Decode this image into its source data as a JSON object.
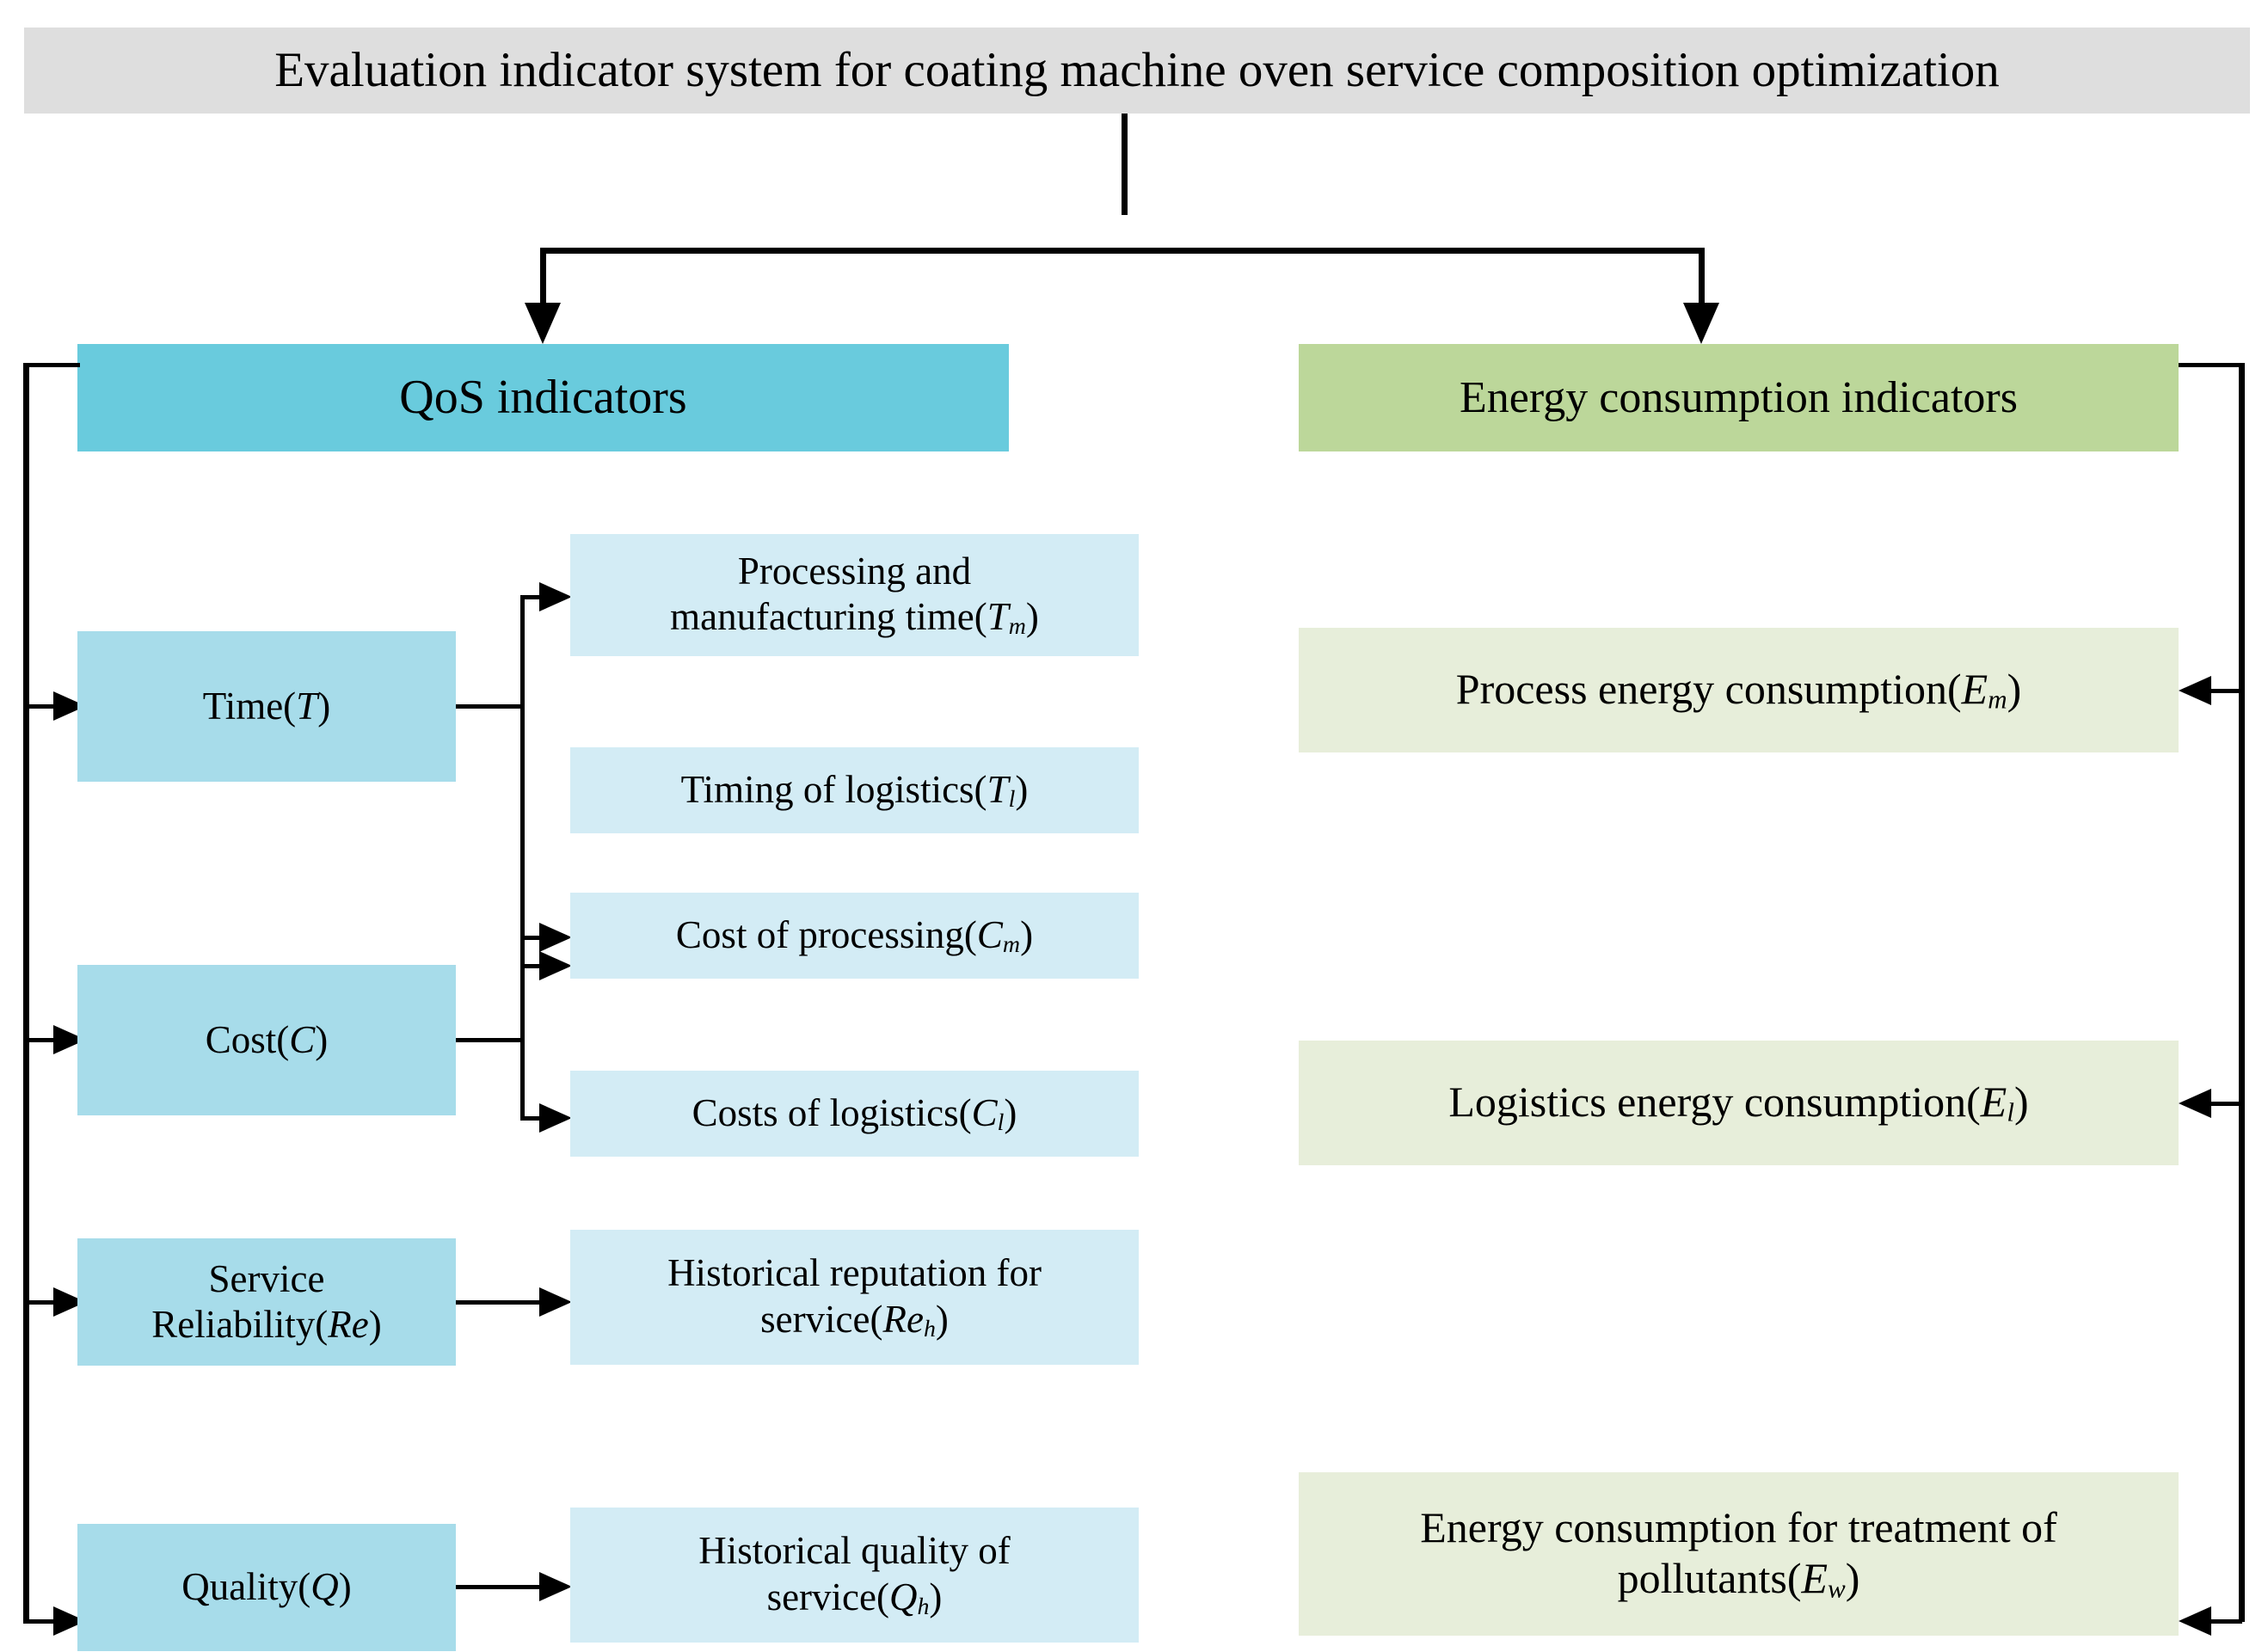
{
  "root": {
    "label": "Evaluation indicator system for coating machine oven service composition optimization",
    "bg": "#dedede"
  },
  "categories": [
    {
      "id": "qos",
      "label": "QoS indicators",
      "bg": "#69cbdd"
    },
    {
      "id": "energy",
      "label": "Energy consumption indicators",
      "bg": "#bcd79a"
    }
  ],
  "qos": {
    "parents": [
      {
        "id": "time",
        "label": "Time(T)",
        "symbol": "T",
        "bg": "#a7dcea"
      },
      {
        "id": "cost",
        "label": "Cost(C)",
        "symbol": "C",
        "bg": "#a7dcea"
      },
      {
        "id": "reliability",
        "label": "Service Reliability(Re)",
        "symbol": "Re",
        "bg": "#a7dcea"
      },
      {
        "id": "quality",
        "label": "Quality(Q)",
        "symbol": "Q",
        "bg": "#a7dcea"
      }
    ],
    "leaves": [
      {
        "id": "tm",
        "parent": "time",
        "label": "Processing and manufacturing time(Tm)",
        "symbol": "T",
        "sub": "m",
        "bg": "#d3ecf5"
      },
      {
        "id": "tl",
        "parent": "time",
        "label": "Timing of logistics(Tl)",
        "symbol": "T",
        "sub": "l",
        "bg": "#d3ecf5"
      },
      {
        "id": "cm",
        "parent": "cost",
        "label": "Cost of processing(Cm)",
        "symbol": "C",
        "sub": "m",
        "bg": "#d3ecf5"
      },
      {
        "id": "cl",
        "parent": "cost",
        "label": "Costs of logistics(Cl)",
        "symbol": "C",
        "sub": "l",
        "bg": "#d3ecf5"
      },
      {
        "id": "reh",
        "parent": "reliability",
        "label": "Historical reputation for service(Reh)",
        "symbol": "Re",
        "sub": "h",
        "bg": "#d3ecf5"
      },
      {
        "id": "qh",
        "parent": "quality",
        "label": "Historical quality of service(Qh)",
        "symbol": "Q",
        "sub": "h",
        "bg": "#d3ecf5"
      }
    ]
  },
  "energy": {
    "leaves": [
      {
        "id": "em",
        "label": "Process energy consumption(Em)",
        "symbol": "E",
        "sub": "m",
        "bg": "#e7eeda"
      },
      {
        "id": "el",
        "label": "Logistics energy consumption(El)",
        "symbol": "E",
        "sub": "l",
        "bg": "#e7eeda"
      },
      {
        "id": "ew",
        "label": "Energy consumption for treatment of pollutants(Ew)",
        "symbol": "E",
        "sub": "w",
        "bg": "#e7eeda"
      }
    ]
  },
  "text": {
    "tm_line1": "Processing and",
    "tm_line2_pre": "manufacturing time(",
    "tl_pre": "Timing of logistics(",
    "cm_pre": "Cost of processing(",
    "cl_pre": "Costs of logistics(",
    "reh_line1": "Historical reputation for",
    "reh_line2_pre": "service(",
    "qh_line1": "Historical quality of",
    "qh_line2_pre": "service(",
    "em_pre": "Process energy consumption(",
    "el_pre": "Logistics energy consumption(",
    "ew_line1": "Energy consumption for treatment of",
    "ew_line2_pre": "pollutants(",
    "time_pre": "Time(",
    "cost_pre": "Cost(",
    "rel_line1": "Service",
    "rel_line2_pre": "Reliability(",
    "qual_pre": "Quality(",
    "close_paren": ")"
  },
  "edges": {
    "root_to_categories": "tree-split-down",
    "qos_spine": "left-vertical-bus",
    "energy_spine": "right-vertical-bus",
    "connector_color": "#000000"
  }
}
